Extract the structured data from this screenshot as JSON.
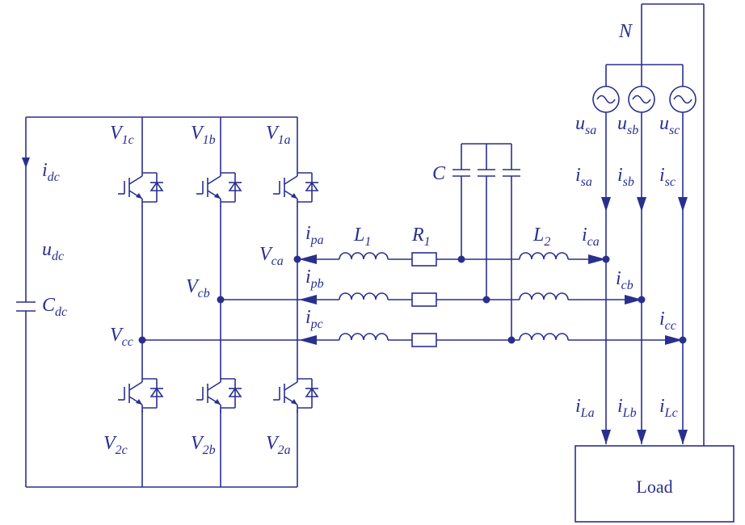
{
  "labels": {
    "neutral": "N",
    "idc_main": "i",
    "idc_sub": "dc",
    "udc_main": "u",
    "udc_sub": "dc",
    "cdc_main": "C",
    "cdc_sub": "dc",
    "v1c_main": "V",
    "v1c_sub": "1c",
    "v1b_main": "V",
    "v1b_sub": "1b",
    "v1a_main": "V",
    "v1a_sub": "1a",
    "v2c_main": "V",
    "v2c_sub": "2c",
    "v2b_main": "V",
    "v2b_sub": "2b",
    "v2a_main": "V",
    "v2a_sub": "2a",
    "vca_main": "V",
    "vca_sub": "ca",
    "vcb_main": "V",
    "vcb_sub": "cb",
    "vcc_main": "V",
    "vcc_sub": "cc",
    "ipa_main": "i",
    "ipa_sub": "pa",
    "ipb_main": "i",
    "ipb_sub": "pb",
    "ipc_main": "i",
    "ipc_sub": "pc",
    "l1_main": "L",
    "l1_sub": "1",
    "r1_main": "R",
    "r1_sub": "1",
    "c_main": "C",
    "l2_main": "L",
    "l2_sub": "2",
    "ica_main": "i",
    "ica_sub": "ca",
    "icb_main": "i",
    "icb_sub": "cb",
    "icc_main": "i",
    "icc_sub": "cc",
    "usa_main": "u",
    "usa_sub": "sa",
    "usb_main": "u",
    "usb_sub": "sb",
    "usc_main": "u",
    "usc_sub": "sc",
    "isa_main": "i",
    "isa_sub": "sa",
    "isb_main": "i",
    "isb_sub": "sb",
    "isc_main": "i",
    "isc_sub": "sc",
    "ila_main": "i",
    "ila_sub": "La",
    "ilb_main": "i",
    "ilb_sub": "Lb",
    "ilc_main": "i",
    "ilc_sub": "Lc",
    "load": "Load"
  },
  "colors": {
    "ink": "#2a2f8f"
  }
}
